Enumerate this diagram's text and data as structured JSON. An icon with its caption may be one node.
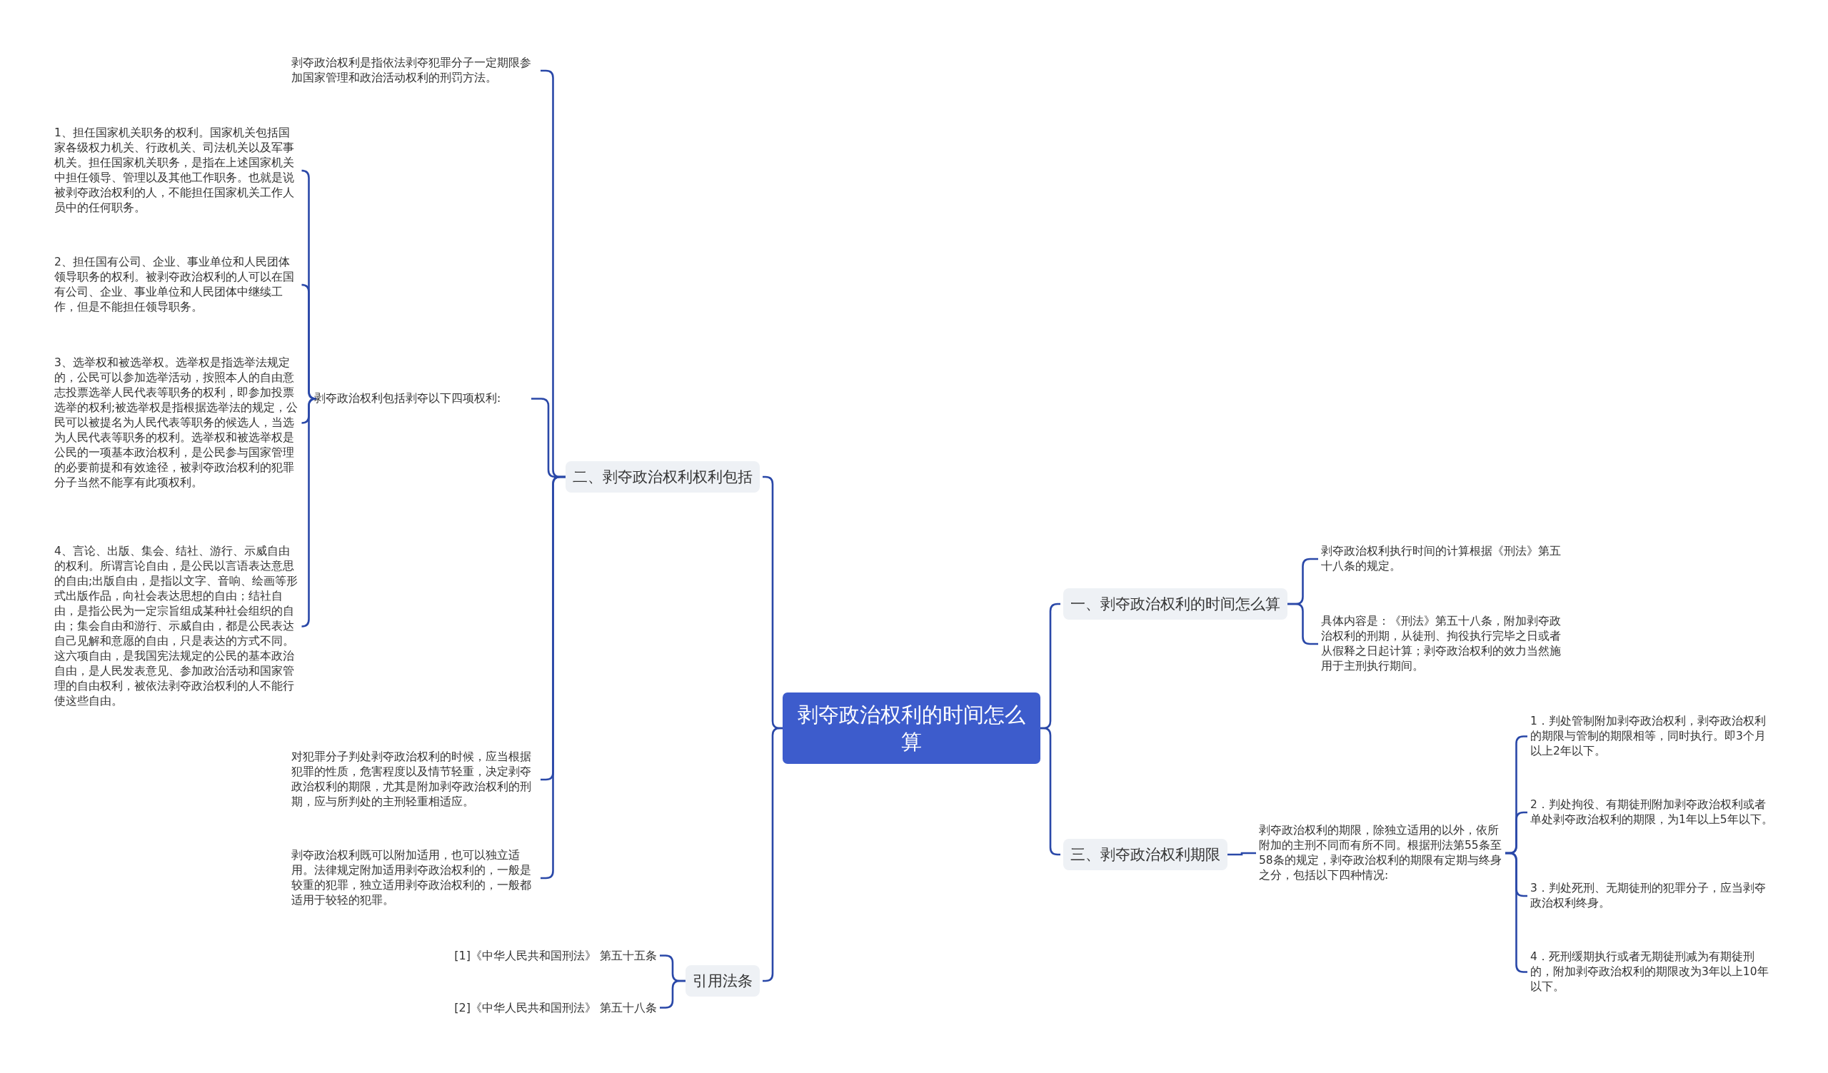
{
  "diagram": {
    "nodes": [
      {
        "text": [
          "剥夺政治权利的时间怎么算"
        ]
      },
      {
        "text": [
          "一、剥夺政治权利的时间怎么算"
        ]
      },
      {
        "text": [
          "剥夺政治权利执行时间的计算根据《刑法》第五十八条的规定。"
        ]
      },
      {
        "text": [
          "具体内容是：《刑法》第五十八条，附加剥夺政治权利的刑期，从徒刑、拘役执行完毕之日或者从假释之日起计算；剥夺政治权利的效力当然施用于主刑执行期间。"
        ]
      },
      {
        "text": [
          "三、剥夺政治权利期限"
        ]
      },
      {
        "text": [
          "剥夺政治权利的期限，除独立适用的以外，依所附加的主刑不同而有所不同。根据刑法第55条至58条的规定，剥夺政治权利的期限有定期与终身之分，包括以下四种情况:"
        ]
      },
      {
        "text": [
          "1．判处管制附加剥夺政治权利，剥夺政治权利的期限与管制的期限相等，同时执行。即3个月以上2年以下。"
        ]
      },
      {
        "text": [
          "2．判处拘役、有期徒刑附加剥夺政治权利或者单处剥夺政治权利的期限，为1年以上5年以下。"
        ]
      },
      {
        "text": [
          "3．判处死刑、无期徒刑的犯罪分子，应当剥夺政治权利终身。"
        ]
      },
      {
        "text": [
          "4．死刑缓期执行或者无期徒刑减为有期徒刑的，附加剥夺政治权利的期限改为3年以上10年以下。"
        ]
      },
      {
        "text": [
          "二、剥夺政治权利权利包括"
        ]
      },
      {
        "text": [
          "剥夺政治权利是指依法剥夺犯罪分子一定期限参加国家管理和政治活动权利的刑罚方法。"
        ]
      },
      {
        "text": [
          "剥夺政治权利包括剥夺以下四项权利:"
        ]
      },
      {
        "text": [
          "1、担任国家机关职务的权利。国家机关包括国家各级权力机关、行政机关、司法机关以及军事机关。担任国家机关职务，是指在上述国家机关中担任领导、管理以及其他工作职务。也就是说被剥夺政治权利的人，不能担任国家机关工作人员中的任何职务。"
        ]
      },
      {
        "text": [
          "2、担任国有公司、企业、事业单位和人民团体领导职务的权利。被剥夺政治权利的人可以在国有公司、企业、事业单位和人民团体中继续工作，但是不能担任领导职务。"
        ]
      },
      {
        "text": [
          "3、选举权和被选举权。选举权是指选举法规定的，公民可以参加选举活动，按照本人的自由意志投票选举人民代表等职务的权利，即参加投票选举的权利;被选举权是指根据选举法的规定，公民可以被提名为人民代表等职务的候选人，当选为人民代表等职务的权利。选举权和被选举权是公民的一项基本政治权利，是公民参与国家管理的必要前提和有效途径，被剥夺政治权利的犯罪分子当然不能享有此项权利。"
        ]
      },
      {
        "text": [
          "4、言论、出版、集会、结社、游行、示威自由的权利。所谓言论自由，是公民以言语表达意思的自由;出版自由，是指以文字、音响、绘画等形式出版作品，向社会表达思想的自由；结社自由，是指公民为一定宗旨组成某种社会组织的自由；集会自由和游行、示威自由，都是公民表达自己见解和意愿的自由，只是表达的方式不同。这六项自由，是我国宪法规定的公民的基本政治自由，是人民发表意见、参加政治活动和国家管理的自由权利，被依法剥夺政治权利的人不能行使这些自由。"
        ]
      },
      {
        "text": [
          "对犯罪分子判处剥夺政治权利的时候，应当根据犯罪的性质，危害程度以及情节轻重，决定剥夺政治权利的期限，尤其是附加剥夺政治权利的刑期，应与所判处的主刑轻重相适应。"
        ]
      },
      {
        "text": [
          "剥夺政治权利既可以附加适用，也可以独立适用。法律规定附加适用剥夺政治权利的，一般是较重的犯罪，独立适用剥夺政治权利的，一般都适用于较轻的犯罪。"
        ]
      },
      {
        "text": [
          "引用法条"
        ]
      },
      {
        "text": [
          "[1]《中华人民共和国刑法》 第五十五条"
        ]
      },
      {
        "text": [
          "[2]《中华人民共和国刑法》 第五十八条"
        ]
      }
    ],
    "edges": [
      {
        "from": 0,
        "to": 1,
        "arrow": "none"
      },
      {
        "from": 1,
        "to": 2,
        "arrow": "none"
      },
      {
        "from": 1,
        "to": 3,
        "arrow": "none"
      },
      {
        "from": 0,
        "to": 4,
        "arrow": "none"
      },
      {
        "from": 4,
        "to": 5,
        "arrow": "none"
      },
      {
        "from": 5,
        "to": 6,
        "arrow": "none"
      },
      {
        "from": 5,
        "to": 7,
        "arrow": "none"
      },
      {
        "from": 5,
        "to": 8,
        "arrow": "none"
      },
      {
        "from": 5,
        "to": 9,
        "arrow": "none"
      },
      {
        "from": 0,
        "to": 10,
        "arrow": "none"
      },
      {
        "from": 10,
        "to": 11,
        "arrow": "none"
      },
      {
        "from": 10,
        "to": 12,
        "arrow": "none"
      },
      {
        "from": 12,
        "to": 13,
        "arrow": "none"
      },
      {
        "from": 12,
        "to": 14,
        "arrow": "none"
      },
      {
        "from": 12,
        "to": 15,
        "arrow": "none"
      },
      {
        "from": 12,
        "to": 16,
        "arrow": "none"
      },
      {
        "from": 10,
        "to": 17,
        "arrow": "none"
      },
      {
        "from": 10,
        "to": 18,
        "arrow": "none"
      },
      {
        "from": 0,
        "to": 19,
        "arrow": "none"
      },
      {
        "from": 19,
        "to": 20,
        "arrow": "none"
      },
      {
        "from": 19,
        "to": 21,
        "arrow": "none"
      }
    ]
  }
}
